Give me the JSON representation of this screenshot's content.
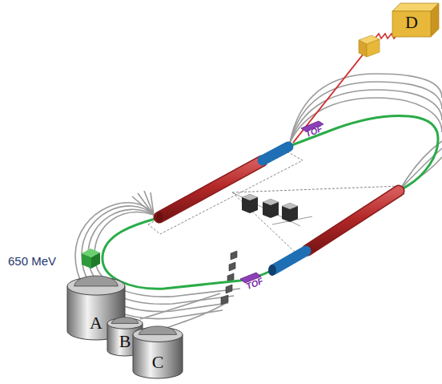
{
  "diagram": {
    "nodes": [
      {
        "text": [
          "A"
        ]
      },
      {
        "text": [
          "B"
        ]
      },
      {
        "text": [
          "C"
        ]
      },
      {
        "text": [
          "D"
        ]
      }
    ],
    "labels": [
      "650 MeV",
      "TOF",
      "TOF"
    ]
  }
}
